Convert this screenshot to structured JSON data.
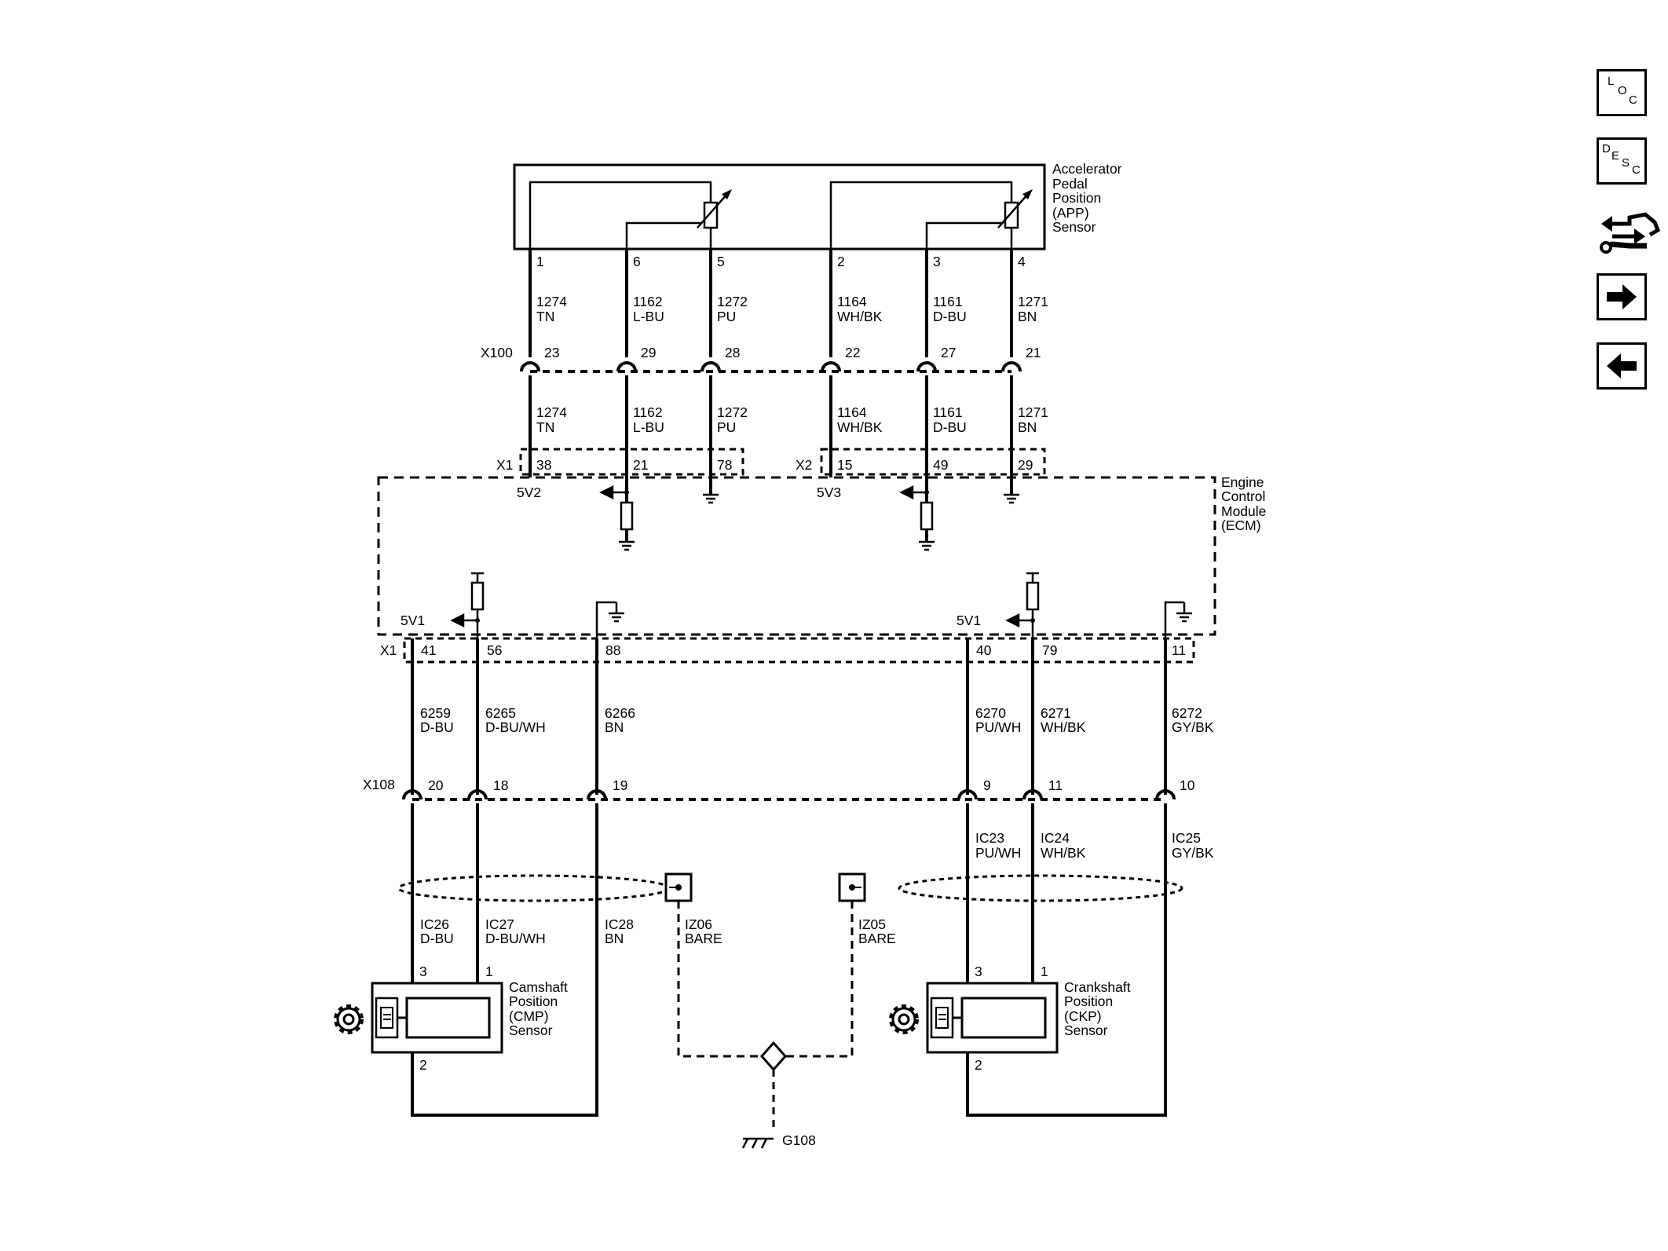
{
  "components": {
    "app_sensor": [
      "Accelerator",
      "Pedal",
      "Position",
      "(APP)",
      "Sensor"
    ],
    "ecm": [
      "Engine",
      "Control",
      "Module",
      "(ECM)"
    ],
    "cmp_sensor": [
      "Camshaft",
      "Position",
      "(CMP)",
      "Sensor"
    ],
    "ckp_sensor": [
      "Crankshaft",
      "Position",
      "(CKP)",
      "Sensor"
    ],
    "ground": "G108"
  },
  "connectors": {
    "x100": "X100",
    "x1": "X1",
    "x2": "X2",
    "x108": "X108"
  },
  "app_wires": [
    {
      "sensor_pin": "1",
      "circuit": "1274",
      "color": "TN",
      "x100_pin": "23",
      "ecm_conn": "X1",
      "ecm_pin": "38",
      "ecm_label": "5V2"
    },
    {
      "sensor_pin": "6",
      "circuit": "1162",
      "color": "L-BU",
      "x100_pin": "29",
      "ecm_conn": "X1",
      "ecm_pin": "21",
      "ecm_label": ""
    },
    {
      "sensor_pin": "5",
      "circuit": "1272",
      "color": "PU",
      "x100_pin": "28",
      "ecm_conn": "X1",
      "ecm_pin": "78",
      "ecm_label": ""
    },
    {
      "sensor_pin": "2",
      "circuit": "1164",
      "color": "WH/BK",
      "x100_pin": "22",
      "ecm_conn": "X2",
      "ecm_pin": "15",
      "ecm_label": "5V3"
    },
    {
      "sensor_pin": "3",
      "circuit": "1161",
      "color": "D-BU",
      "x100_pin": "27",
      "ecm_conn": "X2",
      "ecm_pin": "49",
      "ecm_label": ""
    },
    {
      "sensor_pin": "4",
      "circuit": "1271",
      "color": "BN",
      "x100_pin": "21",
      "ecm_conn": "X2",
      "ecm_pin": "29",
      "ecm_label": ""
    }
  ],
  "ecm_bottom_wires": [
    {
      "ecm_pin": "41",
      "ecm_label": "5V1",
      "circuit": "6259",
      "color": "D-BU",
      "x108_pin": "20",
      "ic": "IC26",
      "ic_color": "D-BU",
      "sensor_pin": "3"
    },
    {
      "ecm_pin": "56",
      "ecm_label": "",
      "circuit": "6265",
      "color": "D-BU/WH",
      "x108_pin": "18",
      "ic": "IC27",
      "ic_color": "D-BU/WH",
      "sensor_pin": "1"
    },
    {
      "ecm_pin": "88",
      "ecm_label": "",
      "circuit": "6266",
      "color": "BN",
      "x108_pin": "19",
      "ic": "IC28",
      "ic_color": "BN",
      "sensor_pin": ""
    },
    {
      "ecm_pin": "40",
      "ecm_label": "5V1",
      "circuit": "6270",
      "color": "PU/WH",
      "x108_pin": "9",
      "ic": "IC23",
      "ic_color": "PU/WH",
      "sensor_pin": "3"
    },
    {
      "ecm_pin": "79",
      "ecm_label": "",
      "circuit": "6271",
      "color": "WH/BK",
      "x108_pin": "11",
      "ic": "IC24",
      "ic_color": "WH/BK",
      "sensor_pin": "1"
    },
    {
      "ecm_pin": "11",
      "ecm_label": "",
      "circuit": "6272",
      "color": "GY/BK",
      "x108_pin": "10",
      "ic": "IC25",
      "ic_color": "GY/BK",
      "sensor_pin": ""
    }
  ],
  "cmp_sensor_pin_low": "2",
  "ckp_sensor_pin_low": "2",
  "drains": [
    {
      "circuit": "IZ06",
      "color": "BARE"
    },
    {
      "circuit": "IZ05",
      "color": "BARE"
    }
  ],
  "nav_buttons": {
    "loc": [
      "L",
      "O",
      "C"
    ],
    "desc": [
      "D",
      "E",
      "S",
      "C"
    ],
    "connector_icon": "connector-icon",
    "next_icon": "arrow-right-icon",
    "prev_icon": "arrow-left-icon"
  },
  "colors": {
    "ink": "#000000",
    "background": "#ffffff"
  }
}
